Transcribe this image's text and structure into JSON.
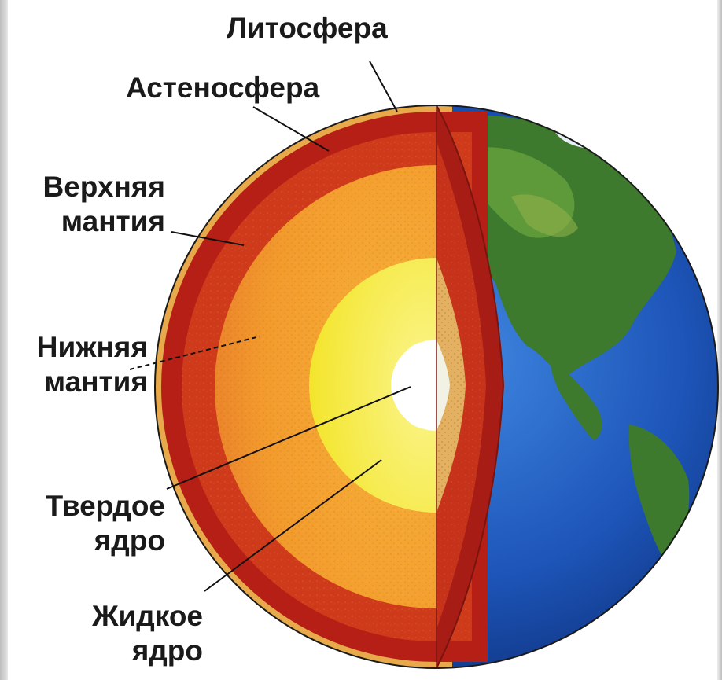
{
  "labels": {
    "lithosphere": "Литосфера",
    "asthenosphere": "Астеносфера",
    "upper_mantle": [
      "Верхняя",
      "мантия"
    ],
    "lower_mantle": [
      "Нижняя",
      "мантия"
    ],
    "solid_core": [
      "Твердое",
      "ядро"
    ],
    "liquid_core": [
      "Жидкое",
      "ядро"
    ]
  },
  "colors": {
    "crust": "#e8a94a",
    "asthenosphere": "#b51f16",
    "upper_mantle": "#cf3a1a",
    "lower_mantle": "#f29b2c",
    "outer_core": "#f6ef4a",
    "inner_core": "#ffffff",
    "ocean": "#1d55b8",
    "land": "#3d7a2e"
  }
}
